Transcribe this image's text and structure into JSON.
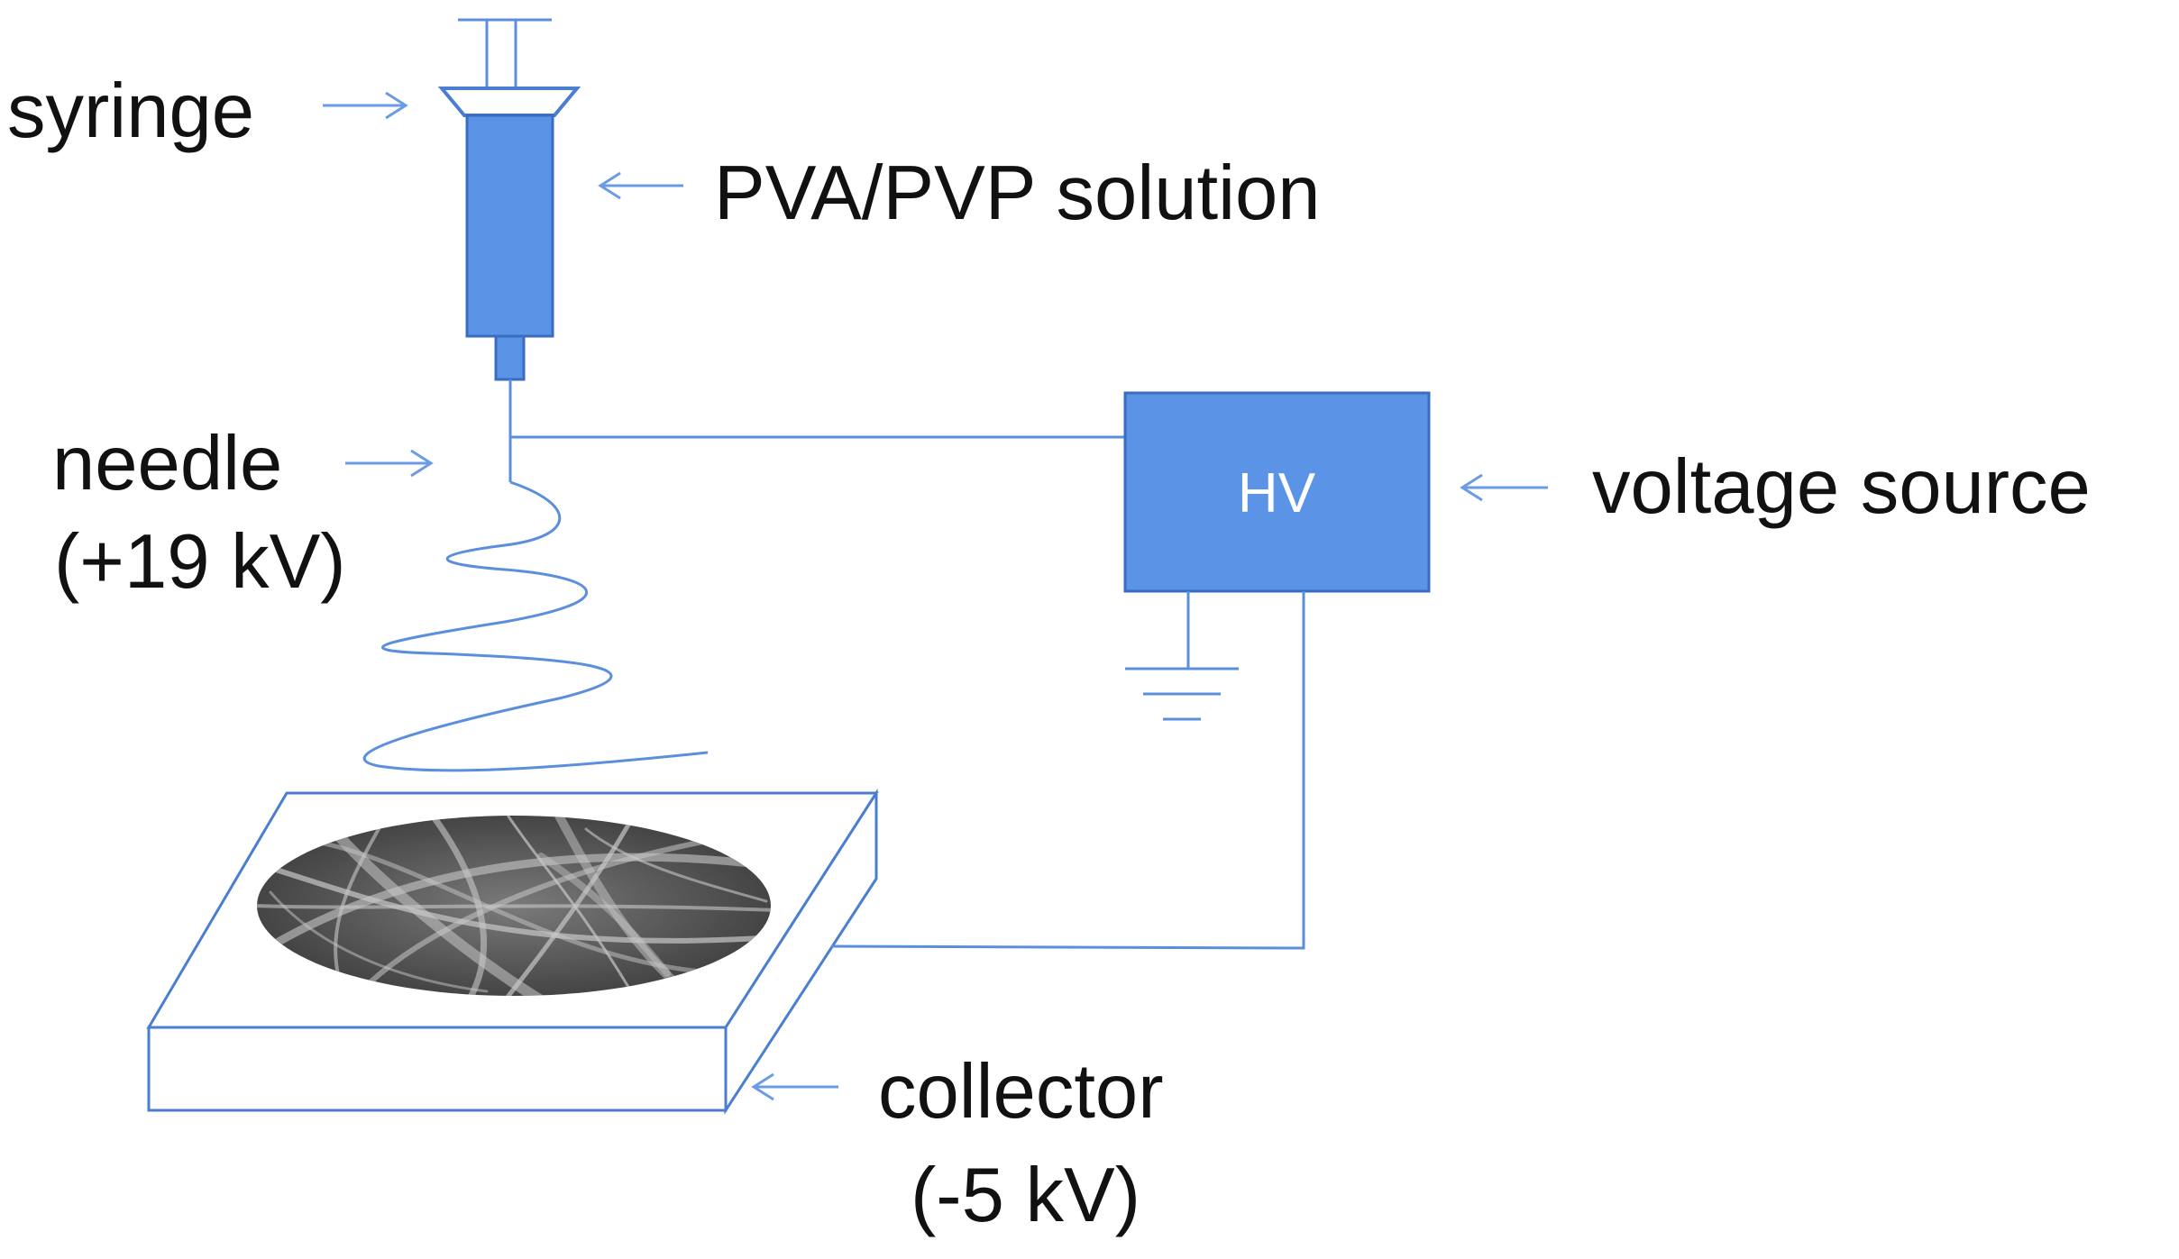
{
  "labels": {
    "syringe": "syringe",
    "solution": "PVA/PVP solution",
    "needle": "needle",
    "needle_voltage": "(+19 kV)",
    "hv": "HV",
    "voltage_source": "voltage source",
    "collector": "collector",
    "collector_voltage": "(-5 kV)"
  },
  "colors": {
    "accent": "#5b93e6",
    "wire": "#5b8fde",
    "text": "#111111"
  }
}
